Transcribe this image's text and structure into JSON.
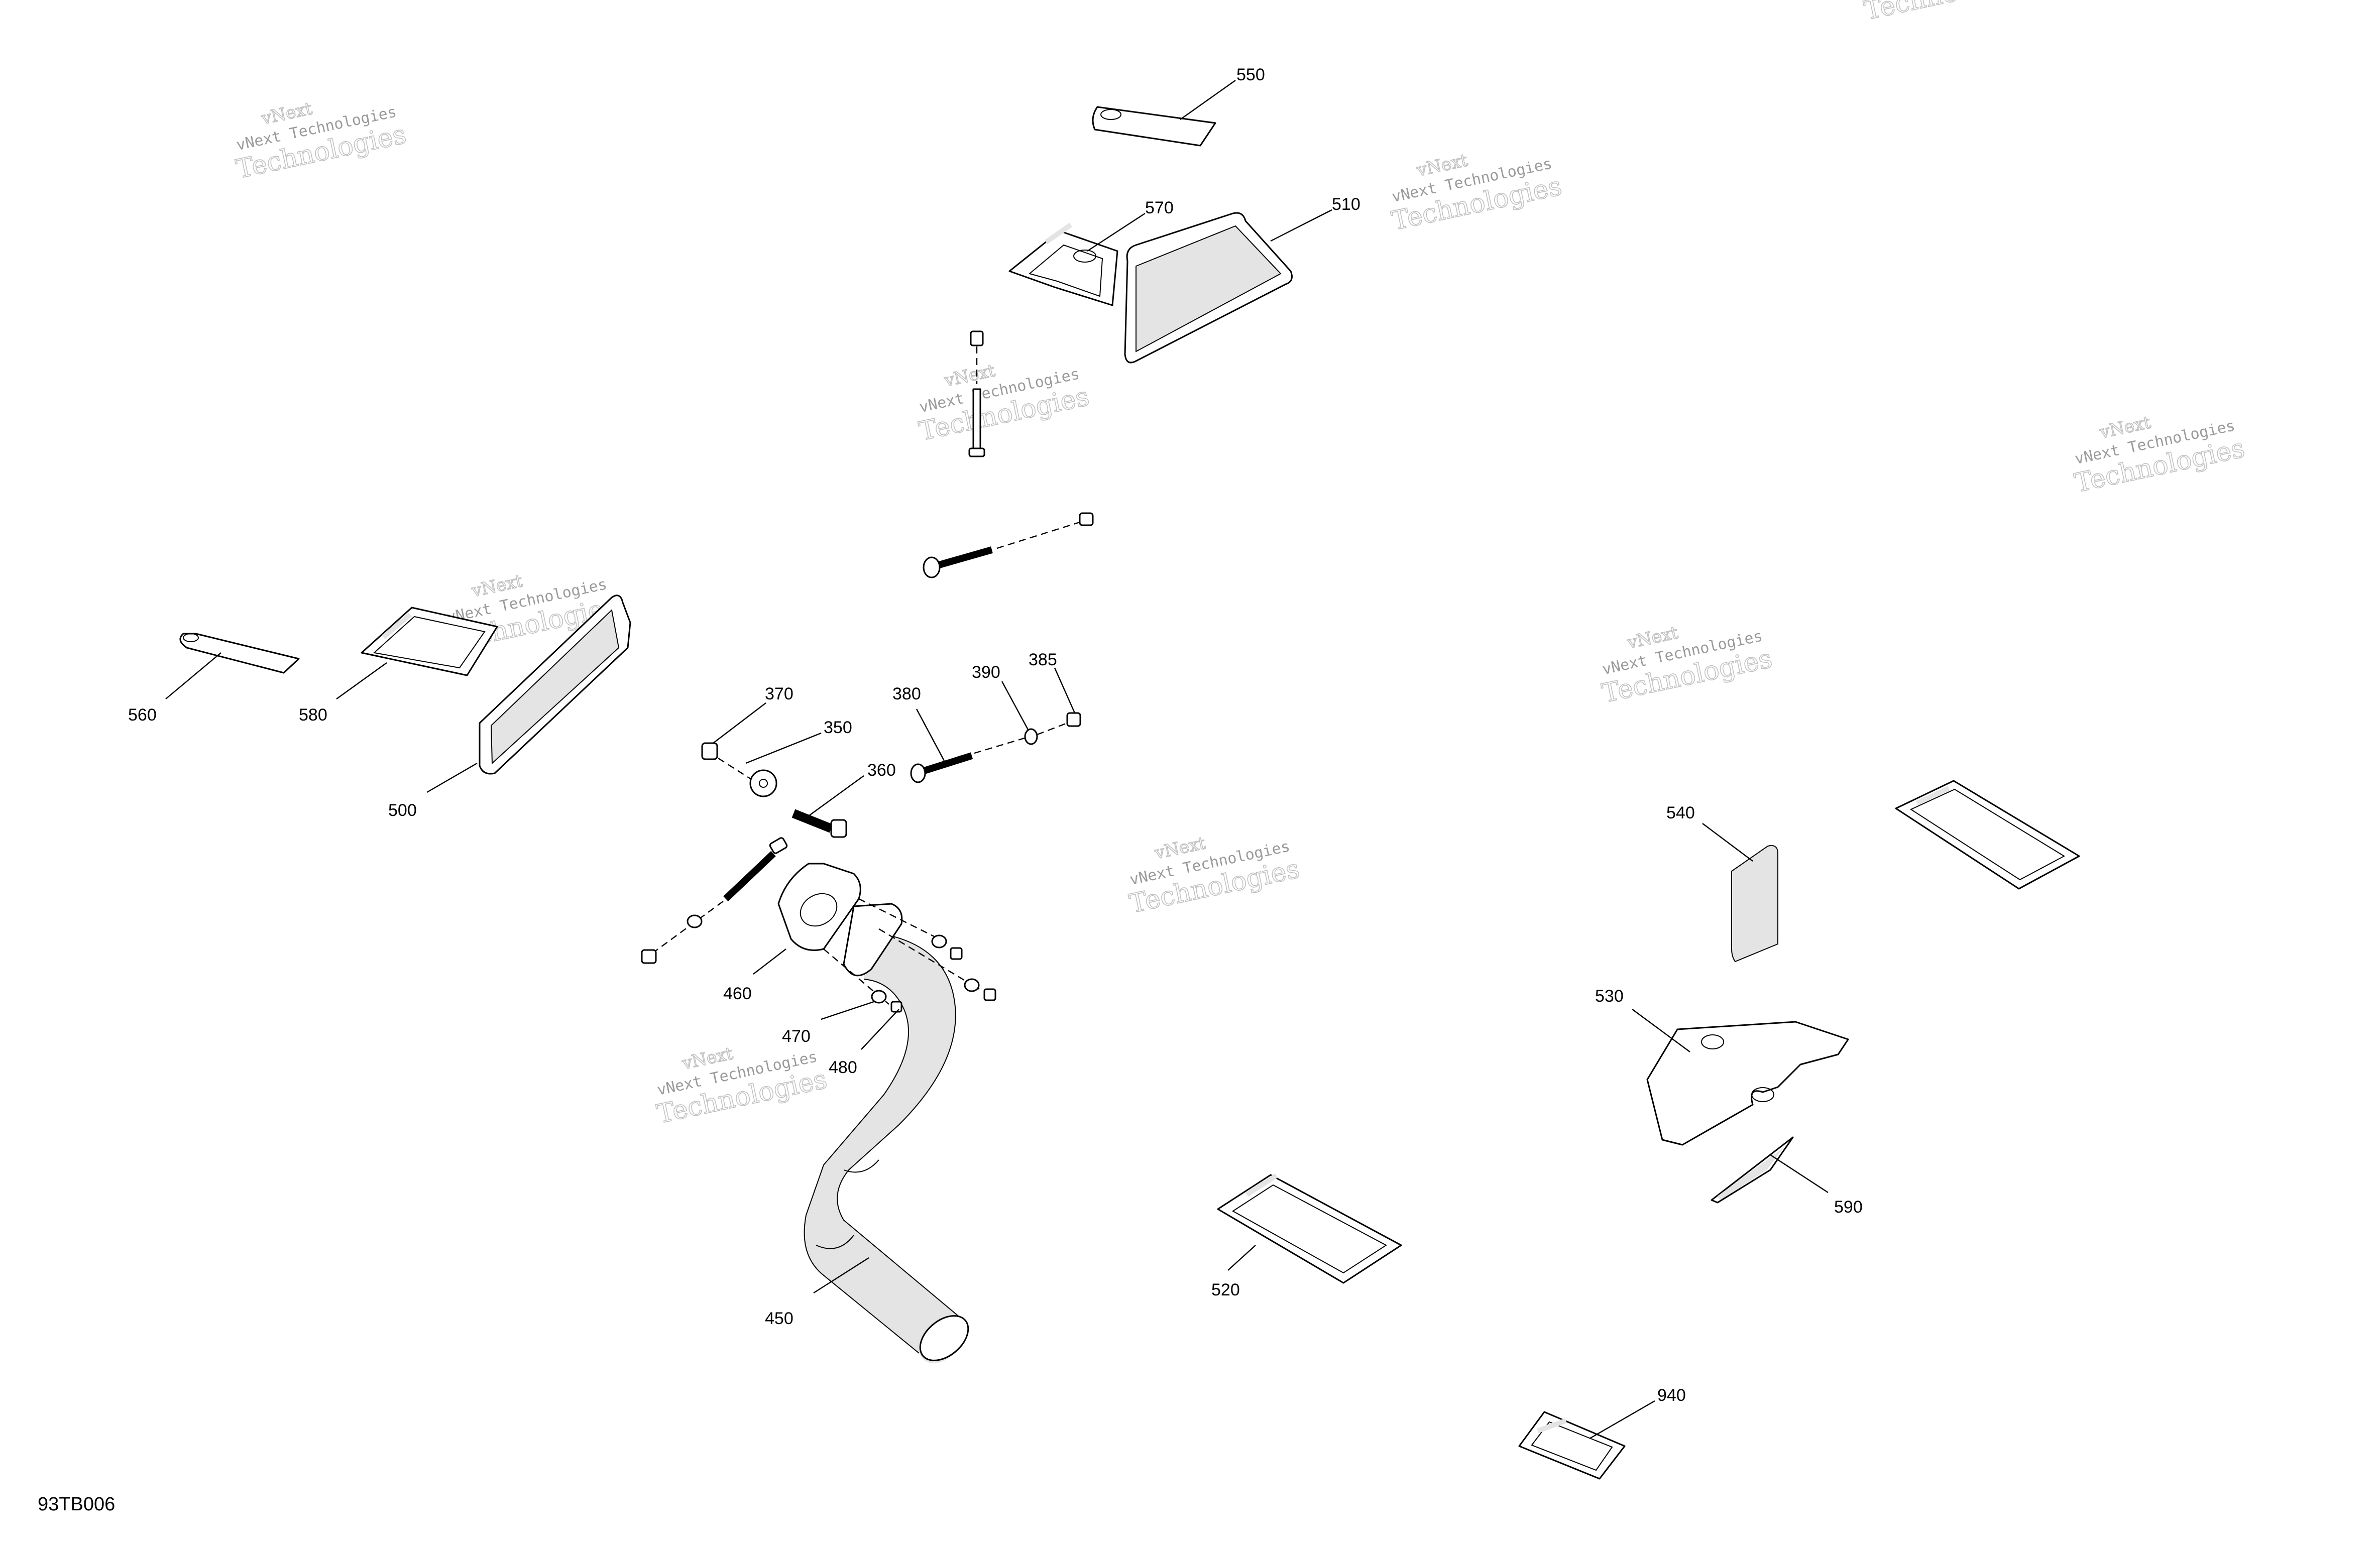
{
  "diagram": {
    "reference_code": "93TB006",
    "watermark": {
      "line_top": "vNext",
      "line_mid": "vNext Technologies",
      "line_big": "Technologies"
    },
    "callouts": [
      {
        "id": "550",
        "label": "550"
      },
      {
        "id": "570",
        "label": "570"
      },
      {
        "id": "510",
        "label": "510"
      },
      {
        "id": "560",
        "label": "560"
      },
      {
        "id": "580",
        "label": "580"
      },
      {
        "id": "500",
        "label": "500"
      },
      {
        "id": "370",
        "label": "370"
      },
      {
        "id": "350",
        "label": "350"
      },
      {
        "id": "360",
        "label": "360"
      },
      {
        "id": "380",
        "label": "380"
      },
      {
        "id": "390",
        "label": "390"
      },
      {
        "id": "385",
        "label": "385"
      },
      {
        "id": "460",
        "label": "460"
      },
      {
        "id": "470",
        "label": "470"
      },
      {
        "id": "480",
        "label": "480"
      },
      {
        "id": "450",
        "label": "450"
      },
      {
        "id": "520",
        "label": "520"
      },
      {
        "id": "540",
        "label": "540"
      },
      {
        "id": "530",
        "label": "530"
      },
      {
        "id": "590",
        "label": "590"
      },
      {
        "id": "940",
        "label": "940"
      }
    ]
  }
}
